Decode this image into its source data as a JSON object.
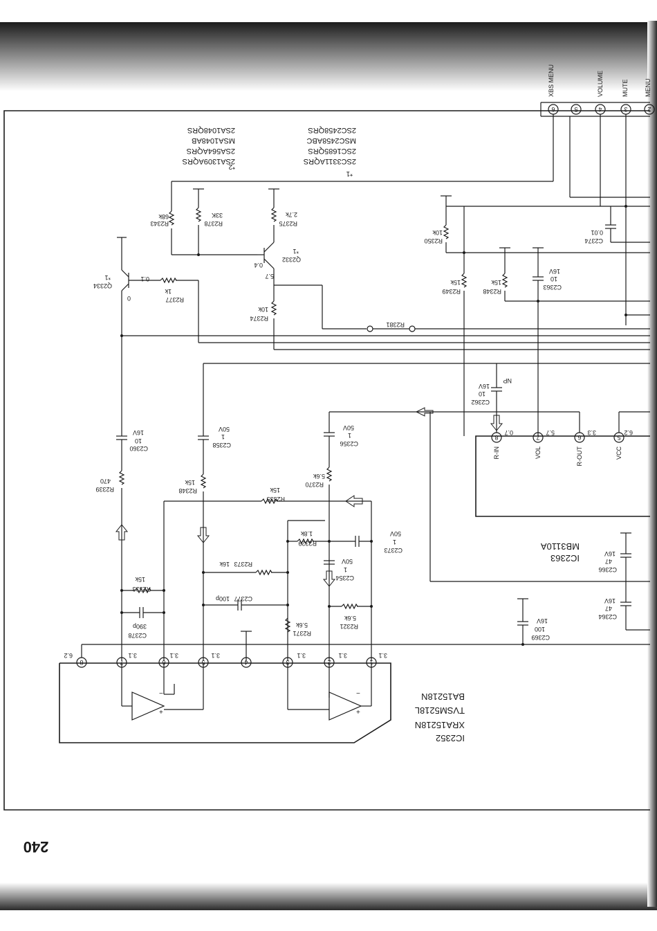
{
  "page_number": "240",
  "connector": {
    "pins": [
      {
        "num": "6",
        "label": "XBS MENU"
      },
      {
        "num": "5",
        "label": ""
      },
      {
        "num": "4",
        "label": "VOLUME"
      },
      {
        "num": "3",
        "label": "MUTE"
      },
      {
        "num": "2",
        "label": "MENU"
      }
    ]
  },
  "notes": {
    "n1": "*1",
    "n2": "*2",
    "list1": [
      "2SC2458QRS",
      "MSC2458ABC",
      "2SC1685QRS",
      "2SC3311AQRS"
    ],
    "list2": [
      "2SA1048QRS",
      "MSA1048AB",
      "2SA564AQRS",
      "2SA1309AQRS"
    ]
  },
  "ic_mb": {
    "name": "IC2363",
    "part": "MB3110A",
    "pins": [
      {
        "num": "8",
        "name": "R-IN",
        "v": "0.7"
      },
      {
        "num": "7",
        "name": "VOL",
        "v": "5.7"
      },
      {
        "num": "6",
        "name": "R-OUT",
        "v": "3.3"
      },
      {
        "num": "5",
        "name": "VCC",
        "v": "6.2"
      }
    ]
  },
  "ic_ba": {
    "lines": [
      "IC2352",
      "XRA15218N",
      "TVSM5218L",
      "BA15218N"
    ],
    "pins": [
      {
        "num": "8",
        "v": "6.2"
      },
      {
        "num": "7",
        "v": "3.1"
      },
      {
        "num": "6",
        "v": "3.1"
      },
      {
        "num": "5",
        "v": "3.1"
      },
      {
        "num": "4",
        "v": ""
      },
      {
        "num": "3",
        "v": "3.1"
      },
      {
        "num": "2",
        "v": "3.1"
      },
      {
        "num": "1",
        "v": "3.1"
      }
    ]
  },
  "transistors": {
    "q2334": {
      "ref": "Q2334",
      "note": "*1",
      "v1": "0.1",
      "v2": "0"
    },
    "q2332": {
      "ref": "Q2332",
      "note": "*1",
      "v1": "0.4",
      "v2": "5.7"
    }
  },
  "resistors": {
    "r2343": {
      "ref": "R2343",
      "val": "68k"
    },
    "r2378": {
      "ref": "R2378",
      "val": "33K"
    },
    "r2375": {
      "ref": "R2375",
      "val": "2.7k"
    },
    "r2377": {
      "ref": "R2377",
      "val": "1k"
    },
    "r2374": {
      "ref": "R2374",
      "val": "10k"
    },
    "r2381": {
      "ref": "R2381",
      "val": ""
    },
    "r2350": {
      "ref": "R2350",
      "val": "10k"
    },
    "r2349": {
      "ref": "R2349",
      "val": "15k"
    },
    "r2348a": {
      "ref": "R2348",
      "val": "15k"
    },
    "r2339": {
      "ref": "R2339",
      "val": "470"
    },
    "r2348b": {
      "ref": "R2348",
      "val": "15k"
    },
    "r2370": {
      "ref": "R2370",
      "val": "5.6k"
    },
    "r2335": {
      "ref": "R2335",
      "val": "15k"
    },
    "r2329": {
      "ref": "R2329",
      "val": "1.8k"
    },
    "r2373": {
      "ref": "R2373",
      "val": "16k"
    },
    "r2333": {
      "ref": "R2333",
      "val": "15k"
    },
    "r2371": {
      "ref": "R2371",
      "val": "5.6k"
    },
    "r2321": {
      "ref": "R2321",
      "val": "5.6k"
    }
  },
  "capacitors": {
    "c2374": {
      "ref": "C2374",
      "val": "0.01",
      "rating": ""
    },
    "c2363": {
      "ref": "C2363",
      "val": "10",
      "rating": "16V"
    },
    "c2362": {
      "ref": "C2362",
      "val": "10",
      "rating": "16V",
      "extra": "NP"
    },
    "c2360": {
      "ref": "C2360",
      "val": "10",
      "rating": "16V"
    },
    "c2358": {
      "ref": "C2358",
      "val": "1",
      "rating": "50V"
    },
    "c2356": {
      "ref": "C2356",
      "val": "1",
      "rating": "50V"
    },
    "c2373": {
      "ref": "C2373",
      "val": "1",
      "rating": "50V"
    },
    "c2354": {
      "ref": "C2354",
      "val": "1",
      "rating": "50V"
    },
    "c2377": {
      "ref": "C2377",
      "val": "100p",
      "rating": ""
    },
    "c2378": {
      "ref": "C2378",
      "val": "390p",
      "rating": ""
    },
    "c2366": {
      "ref": "C2366",
      "val": "47",
      "rating": "16V"
    },
    "c2364": {
      "ref": "C2364",
      "val": "47",
      "rating": "16V"
    },
    "c2369": {
      "ref": "C2369",
      "val": "100",
      "rating": "16V"
    }
  },
  "colors": {
    "ink": "#1a1a1a",
    "paper": "#ffffff"
  }
}
